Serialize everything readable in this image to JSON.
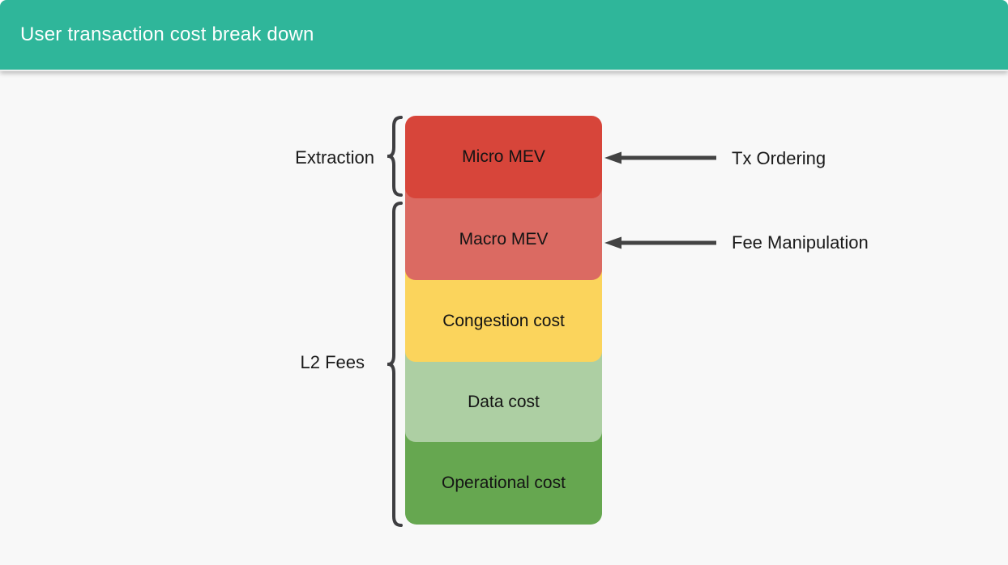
{
  "header": {
    "title": "User transaction cost break down"
  },
  "diagram": {
    "segments": [
      {
        "label": "Micro MEV",
        "color": "#d7453a",
        "group": "Extraction"
      },
      {
        "label": "Macro MEV",
        "color": "#db6a62",
        "group": "L2 Fees"
      },
      {
        "label": "Congestion cost",
        "color": "#fbd45c",
        "group": "L2 Fees"
      },
      {
        "label": "Data cost",
        "color": "#adcfa3",
        "group": "L2 Fees"
      },
      {
        "label": "Operational cost",
        "color": "#66a750",
        "group": "L2 Fees"
      }
    ],
    "groups": [
      {
        "label": "Extraction",
        "spans": [
          "Micro MEV"
        ]
      },
      {
        "label": "L2 Fees",
        "spans": [
          "Macro MEV",
          "Congestion cost",
          "Data cost",
          "Operational cost"
        ]
      }
    ],
    "annotations": [
      {
        "label": "Tx Ordering",
        "target": "Micro MEV"
      },
      {
        "label": "Fee Manipulation",
        "target": "Macro MEV"
      }
    ],
    "colors": {
      "header_bg": "#2fb69a",
      "background": "#f8f8f8",
      "brace": "#3e3e41",
      "arrow": "#434343",
      "segment_text": "#141414"
    }
  }
}
